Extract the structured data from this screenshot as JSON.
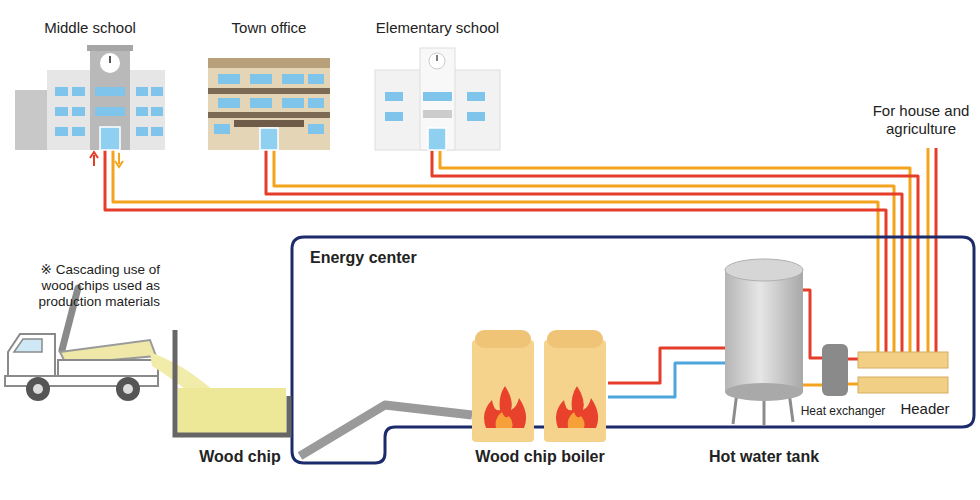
{
  "diagram": {
    "nodes": [
      {
        "text": [
          "Middle school"
        ]
      },
      {
        "text": [
          "Town office"
        ]
      },
      {
        "text": [
          "Elementary school"
        ]
      },
      {
        "text": [
          "Energy center"
        ]
      },
      {
        "text": [
          "Wood chip"
        ]
      },
      {
        "text": [
          "Wood chip boiler"
        ],
        "in": 3
      },
      {
        "text": [
          "Hot water tank"
        ],
        "in": 3
      },
      {
        "text": [
          "Heat exchanger"
        ],
        "in": 3
      },
      {
        "text": [
          "Header"
        ],
        "in": 3
      }
    ],
    "edges": [
      {
        "from": 4,
        "to": 5,
        "arrow": "none"
      },
      {
        "from": 5,
        "to": 6,
        "arrow": "none"
      },
      {
        "from": 6,
        "to": 7,
        "arrow": "none"
      },
      {
        "from": 7,
        "to": 8,
        "arrow": "none"
      },
      {
        "from": 8,
        "to": 0,
        "arrow": "none"
      },
      {
        "from": 8,
        "to": 1,
        "arrow": "none"
      },
      {
        "from": 8,
        "to": 2,
        "arrow": "none"
      }
    ],
    "labels": [
      "※ Cascading use of wood chips used as production materials",
      "For house and agriculture"
    ]
  }
}
